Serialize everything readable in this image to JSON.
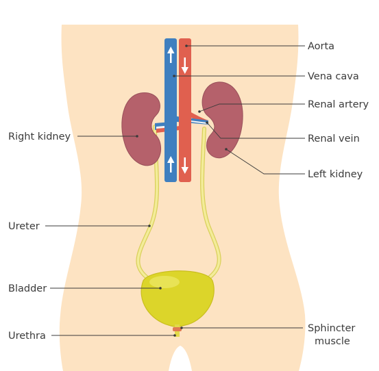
{
  "diagram": {
    "labels": {
      "aorta": "Aorta",
      "vena_cava": "Vena cava",
      "renal_artery": "Renal artery",
      "renal_vein": "Renal vein",
      "left_kidney": "Left kidney",
      "right_kidney": "Right kidney",
      "ureter": "Ureter",
      "bladder": "Bladder",
      "urethra": "Urethra",
      "sphincter_line1": "Sphincter",
      "sphincter_line2": "muscle"
    },
    "colors": {
      "body": "#fde3c2",
      "kidney": "#b3616a",
      "vena_cava": "#3f7fbf",
      "aorta": "#e0604f",
      "ureter": "#eee68a",
      "bladder": "#d9d326"
    }
  }
}
